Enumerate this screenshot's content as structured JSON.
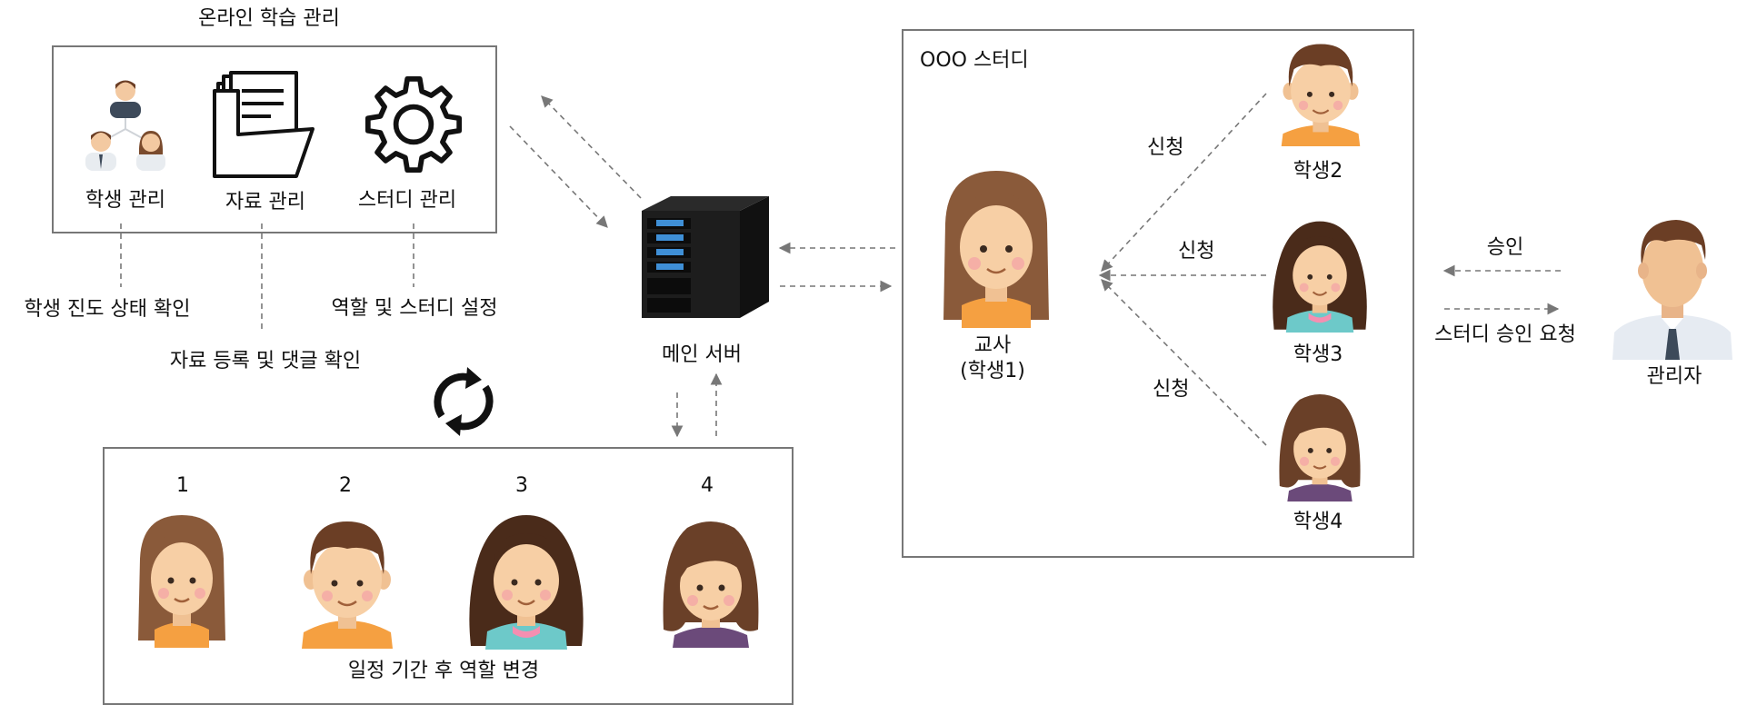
{
  "online": {
    "title": "온라인 학습 관리",
    "items": [
      {
        "label": "학생 관리",
        "detail": "학생 진도 상태 확인",
        "icon": "people-hierarchy-icon"
      },
      {
        "label": "자료 관리",
        "detail": "자료 등록 및 댓글 확인",
        "icon": "folder-documents-icon"
      },
      {
        "label": "스터디 관리",
        "detail": "역할 및 스터디 설정",
        "icon": "gear-icon"
      }
    ]
  },
  "server": {
    "label": "메인 서버",
    "icon": "server-icon"
  },
  "cycle": {
    "icon": "cycle-arrows-icon"
  },
  "rotation": {
    "numbers": [
      "1",
      "2",
      "3",
      "4"
    ],
    "caption": "일정 기간 후 역할 변경"
  },
  "study": {
    "title": "OOO 스터디",
    "teacher_line1": "교사",
    "teacher_line2": "(학생1)",
    "students": [
      "학생2",
      "학생3",
      "학생4"
    ],
    "apply_labels": [
      "신청",
      "신청",
      "신청"
    ]
  },
  "admin": {
    "approve": "승인",
    "request": "스터디 승인 요청",
    "label": "관리자"
  },
  "colors": {
    "border": "#777777",
    "arrow": "#777777",
    "skin": "#f7cfa5",
    "hair_light": "#8a5a3a",
    "hair_dark": "#4a2b1a",
    "shirt_orange": "#f5a041",
    "shirt_teal": "#6dc9c9",
    "shirt_purple": "#6b4a7a"
  }
}
